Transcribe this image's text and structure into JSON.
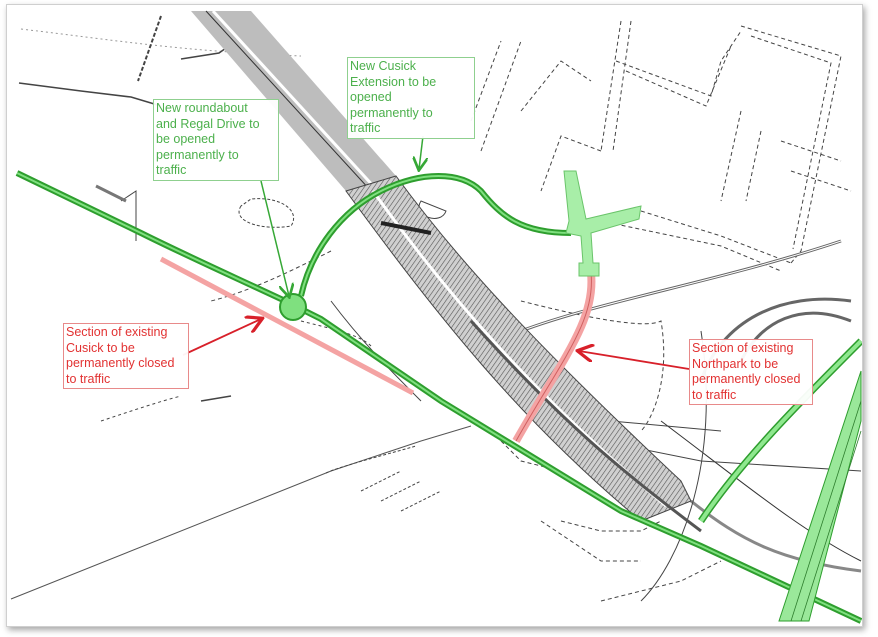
{
  "map": {
    "title": "Cusick / Northpark road network change plan",
    "colors": {
      "open_route": "#2e9e2e",
      "open_fill": "#7fe07f",
      "closed_route": "#f4a3a3",
      "closed_arrow": "#d8202a",
      "open_arrow": "#36a836",
      "motorway_grey": "#b8b8b8",
      "linework": "#333333"
    },
    "legend_semantics": {
      "green": "Opened permanently to traffic",
      "pink": "Permanently closed to traffic"
    }
  },
  "callouts": [
    {
      "id": "roundabout",
      "type": "open",
      "text": "New roundabout\nand Regal Drive to\nbe opened\npermanently to\ntraffic"
    },
    {
      "id": "cusick-extension",
      "type": "open",
      "text": "New Cusick\nExtension to be\nopened\npermanently to\ntraffic"
    },
    {
      "id": "cusick-closed",
      "type": "closed",
      "text": "Section of existing\nCusick to be\npermanently closed\nto traffic"
    },
    {
      "id": "northpark-closed",
      "type": "closed",
      "text": "Section of existing\nNorthpark to be\npermanently closed\nto traffic"
    }
  ]
}
